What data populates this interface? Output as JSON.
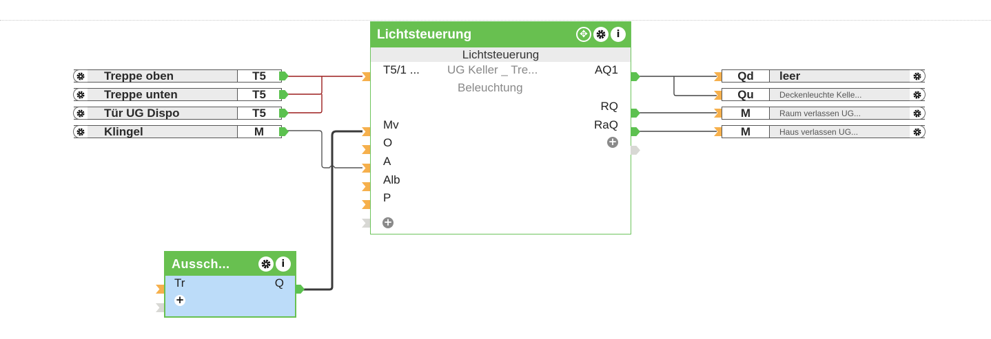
{
  "inputs": [
    {
      "name": "Treppe oben",
      "type": "T5"
    },
    {
      "name": "Treppe unten",
      "type": "T5"
    },
    {
      "name": "Tür UG Dispo",
      "type": "T5"
    },
    {
      "name": "Klingel",
      "type": "M"
    }
  ],
  "outputs": [
    {
      "type": "Qd",
      "name": "leer"
    },
    {
      "type": "Qu",
      "name": "Deckenleuchte Kelle..."
    },
    {
      "type": "M",
      "name": "Raum verlassen UG..."
    },
    {
      "type": "M",
      "name": "Haus verlassen UG..."
    }
  ],
  "main_block": {
    "title": "Lichtsteuerung",
    "subtitle": "Lichtsteuerung",
    "input_ports": [
      "T5/1 ...",
      "Mv",
      "O",
      "A",
      "Alb",
      "P"
    ],
    "output_ports": [
      "AQ1",
      "RQ",
      "RaQ"
    ],
    "center_line1": "UG Keller _ Tre...",
    "center_line2": "Beleuchtung",
    "icons": [
      "move-icon",
      "gear-icon",
      "info-icon"
    ]
  },
  "second_block": {
    "title": "Aussch...",
    "input_ports": [
      "Tr"
    ],
    "output_ports": [
      "Q"
    ],
    "icons": [
      "gear-icon",
      "info-icon"
    ]
  },
  "glyphs": {
    "plus": "+",
    "info": "i",
    "move": "✥"
  },
  "colors": {
    "block_header": "#68c050",
    "input_flag": "#f6b04c",
    "output_knob": "#5cc14f",
    "wire_t5": "#9b1c1c",
    "wire_default": "#444444",
    "second_block_body": "#bcdcf9"
  }
}
